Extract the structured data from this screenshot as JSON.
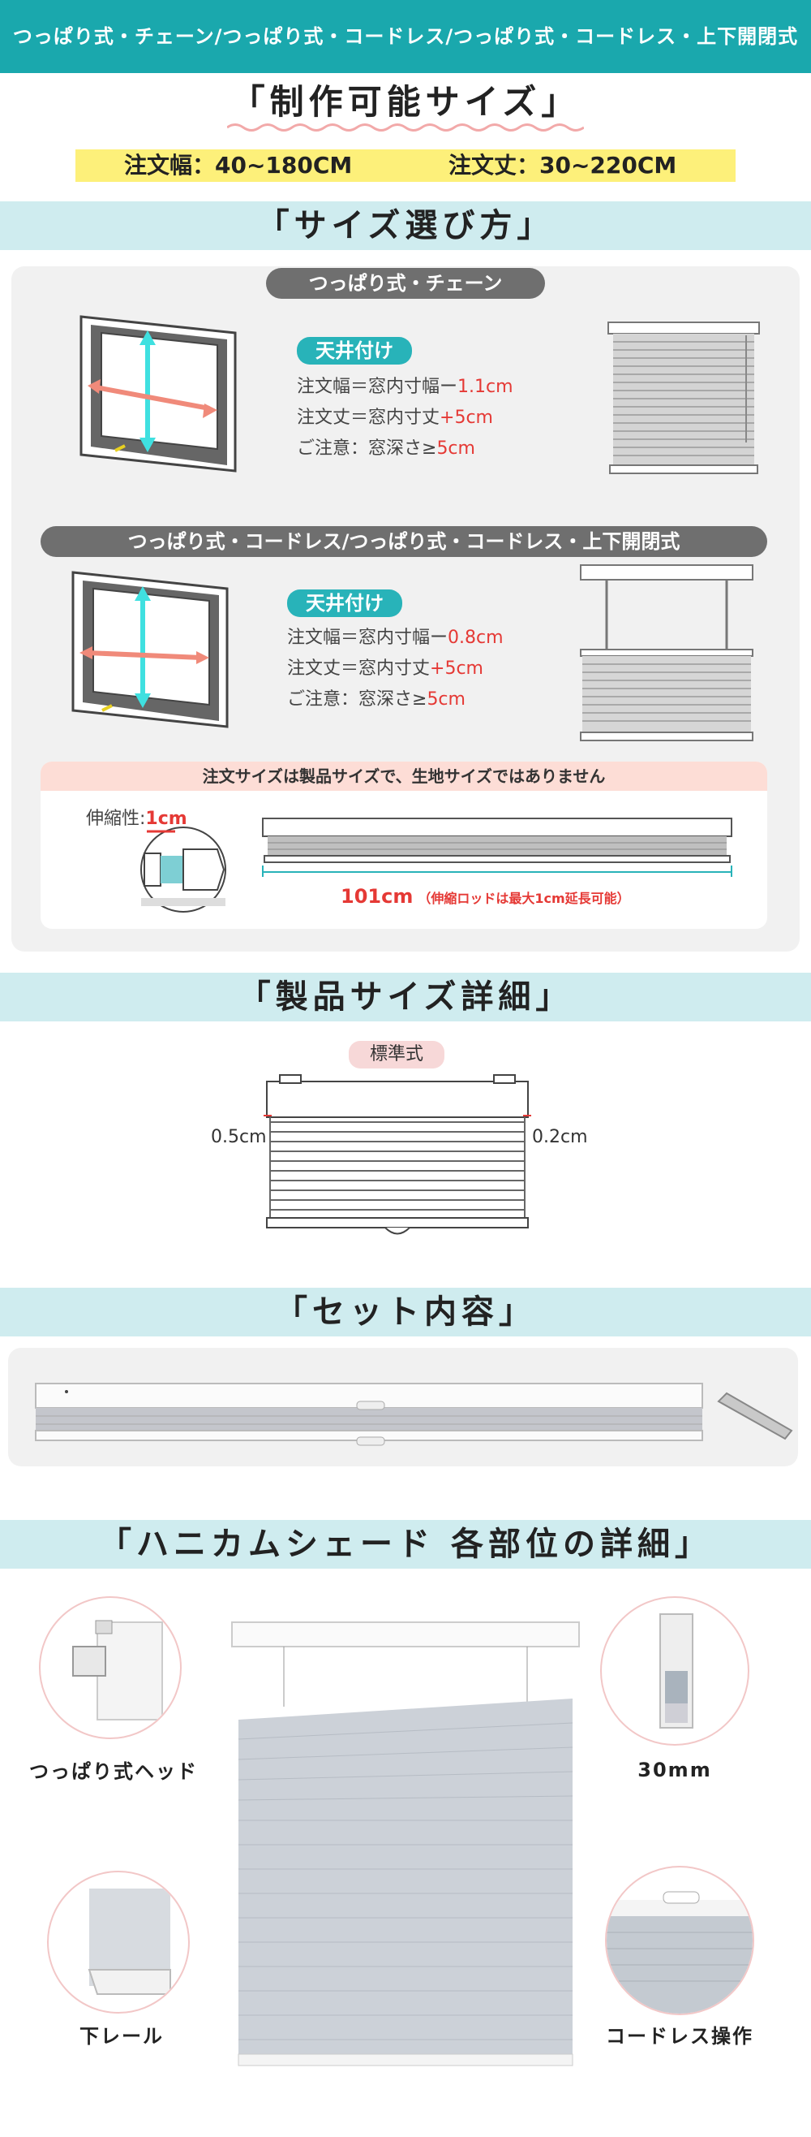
{
  "header": {
    "title": "つっぱり式・チェーン/つっぱり式・コードレス/つっぱり式・コードレス・上下開閉式"
  },
  "size_range": {
    "title": "「制作可能サイズ」",
    "width": "注文幅：40~180CM",
    "height": "注文丈：30~220CM"
  },
  "how_to": {
    "title": "「サイズ選び方」",
    "chain": {
      "label": "つっぱり式・チェーン",
      "mount": "天井付け",
      "rule_w_pre": "注文幅＝窓内寸幅ー",
      "rule_w_val": "1.1cm",
      "rule_h_pre": "注文丈＝窓内寸丈",
      "rule_h_val": "+5cm",
      "rule_d_pre": "ご注意：窓深さ≥",
      "rule_d_val": "5cm"
    },
    "cordless": {
      "label": "つっぱり式・コードレス/つっぱり式・コードレス・上下開閉式",
      "mount": "天井付け",
      "rule_w_pre": "注文幅＝窓内寸幅ー",
      "rule_w_val": "0.8cm",
      "rule_h_pre": "注文丈＝窓内寸丈",
      "rule_h_val": "+5cm",
      "rule_d_pre": "ご注意：窓深さ≥",
      "rule_d_val": "5cm"
    },
    "note": {
      "header": "注文サイズは製品サイズで、生地サイズではありません",
      "stretch_label": "伸縮性:",
      "stretch_value": "1cm",
      "length_value": "101cm",
      "length_note": "（伸縮ロッドは最大1cm延長可能）"
    }
  },
  "product_size": {
    "title": "「製品サイズ詳細」",
    "type": "標準式",
    "left_gap": "0.5cm",
    "right_gap": "0.2cm"
  },
  "set_contents": {
    "title": "「セット内容」"
  },
  "parts": {
    "title": "「ハニカムシェード 各部位の詳細」",
    "head": "つっぱり式ヘッド",
    "width": "30mm",
    "bottom": "下レール",
    "cordless": "コードレス操作"
  },
  "colors": {
    "teal": "#1aa8ad",
    "band": "#cfecef",
    "yellow": "#fdf07a",
    "red": "#e53935"
  }
}
